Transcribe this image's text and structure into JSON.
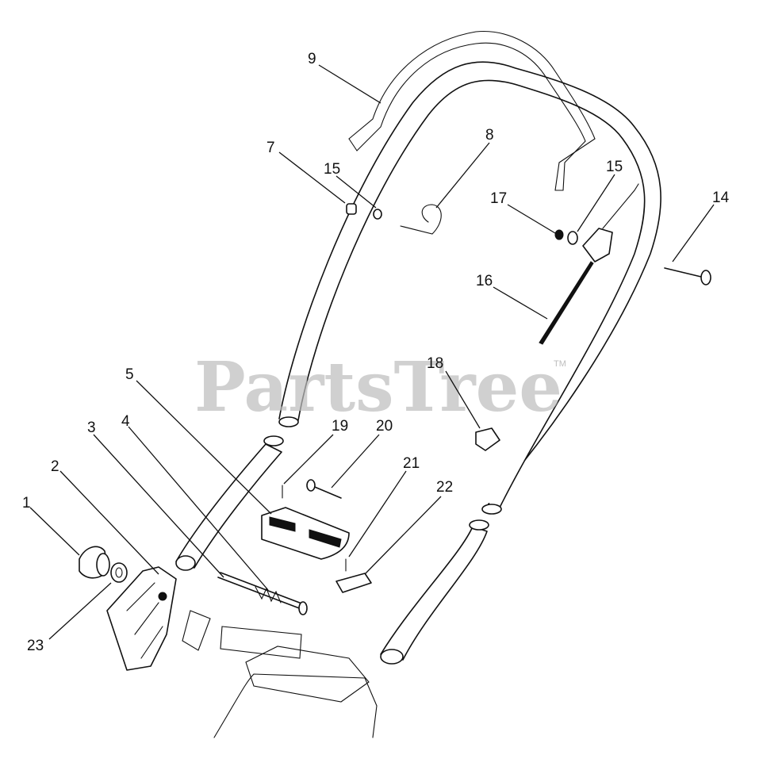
{
  "watermark": {
    "text": "PartsTree",
    "trademark": "TM"
  },
  "callouts": [
    {
      "id": "c1",
      "label": "1"
    },
    {
      "id": "c2",
      "label": "2"
    },
    {
      "id": "c3",
      "label": "3"
    },
    {
      "id": "c4",
      "label": "4"
    },
    {
      "id": "c5",
      "label": "5"
    },
    {
      "id": "c7",
      "label": "7"
    },
    {
      "id": "c8",
      "label": "8"
    },
    {
      "id": "c9",
      "label": "9"
    },
    {
      "id": "c14",
      "label": "14"
    },
    {
      "id": "c15a",
      "label": "15"
    },
    {
      "id": "c15b",
      "label": "15"
    },
    {
      "id": "c16",
      "label": "16"
    },
    {
      "id": "c17",
      "label": "17"
    },
    {
      "id": "c18",
      "label": "18"
    },
    {
      "id": "c19",
      "label": "19"
    },
    {
      "id": "c20",
      "label": "20"
    },
    {
      "id": "c21",
      "label": "21"
    },
    {
      "id": "c22",
      "label": "22"
    },
    {
      "id": "c23",
      "label": "23"
    }
  ]
}
